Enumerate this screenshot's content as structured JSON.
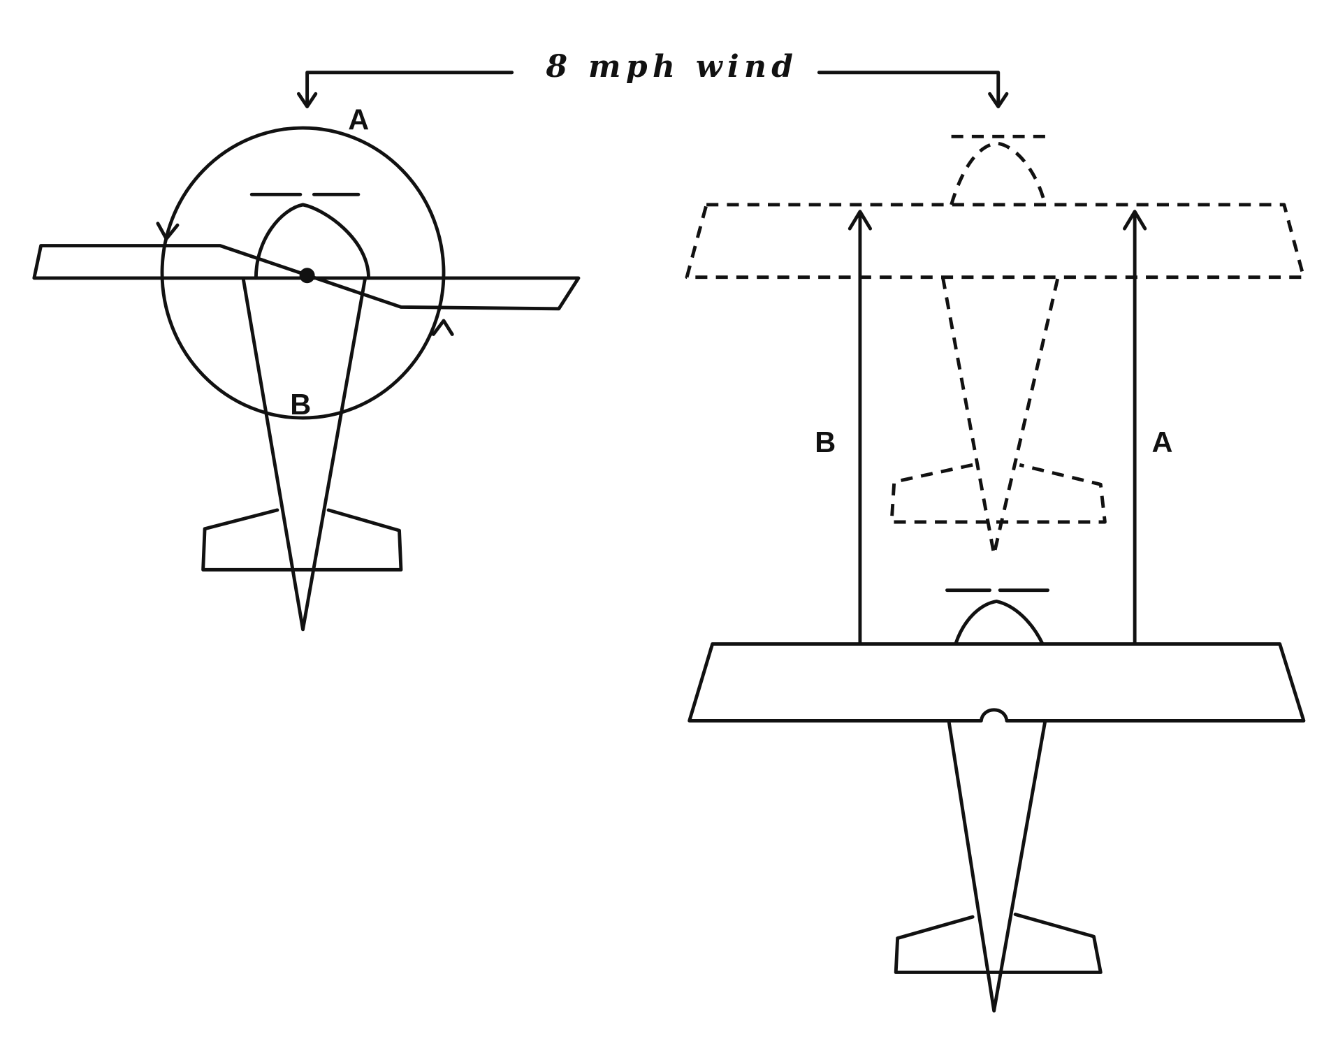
{
  "title_label": "8 mph wind",
  "left_figure": {
    "label_top": "A",
    "label_bottom": "B"
  },
  "right_figure": {
    "label_left_arrow": "B",
    "label_right_arrow": "A"
  },
  "colors": {
    "ink": "#111111",
    "background": "#ffffff"
  }
}
